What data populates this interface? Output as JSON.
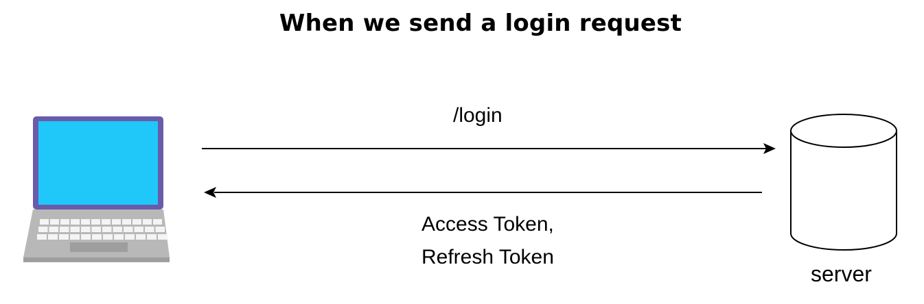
{
  "title": "When we send a login request",
  "request": {
    "label": "/login"
  },
  "response": {
    "line1": "Access Token,",
    "line2": "Refresh Token"
  },
  "server": {
    "label": "server"
  },
  "icons": {
    "client": "laptop-icon",
    "server": "database-cylinder-icon"
  },
  "colors": {
    "screen": "#1fc8f8",
    "bezel": "#6a5bab",
    "laptop_base": "#b8b8b8",
    "keys": "#f4f4f4",
    "touchpad": "#9e9e9e",
    "arrow": "#000000"
  }
}
